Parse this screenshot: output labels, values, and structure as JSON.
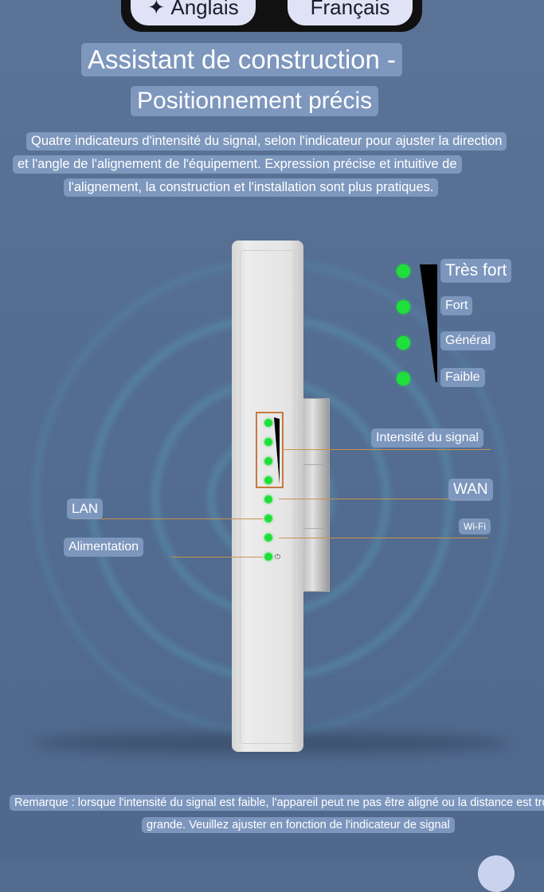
{
  "translate_bar": {
    "source_language": "Anglais",
    "target_language": "Français",
    "sparkle_icon": "sparkle-icon",
    "arrow_icon": "arrow-right-icon"
  },
  "title": {
    "line1": "Assistant de construction -",
    "line2": "Positionnement précis"
  },
  "description": [
    "Quatre indicateurs d'intensité du signal, selon l'indicateur pour ajuster la direction",
    "et l'angle de l'alignement de l'équipement. Expression précise et intuitive de",
    "l'alignement, la construction et l'installation sont plus pratiques."
  ],
  "signal_levels": [
    "Très fort",
    "Fort",
    "Général",
    "Faible"
  ],
  "indicator_labels": {
    "signal": "Intensité du signal",
    "wan": "WAN",
    "lan": "LAN",
    "wifi": "Wi-Fi",
    "power": "Alimentation"
  },
  "note": [
    "Remarque : lorsque l'intensité du signal est faible, l'appareil peut ne pas être aligné ou la distance est trop",
    "grande. Veuillez ajuster en fonction de l'indicateur de signal"
  ],
  "colors": {
    "led": "#1fe03a",
    "background": "#536b8e",
    "leader_line": "#c8924c"
  }
}
